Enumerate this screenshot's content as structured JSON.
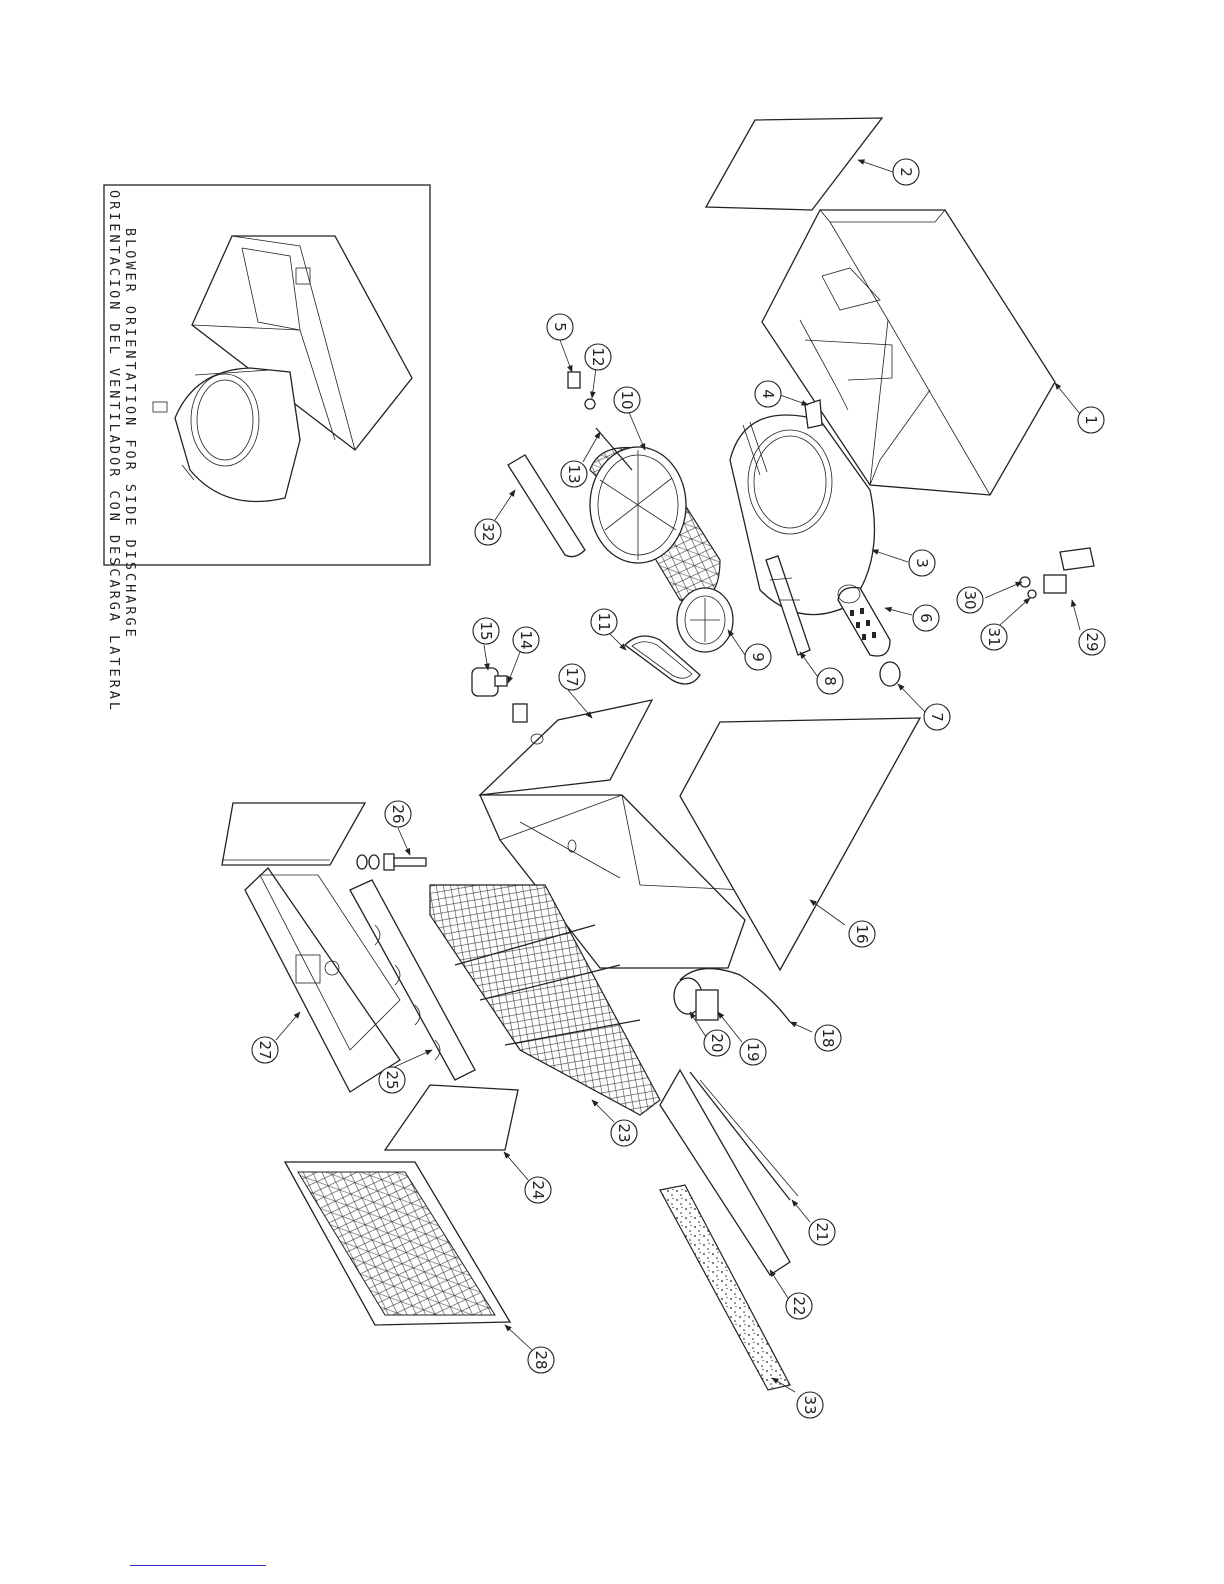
{
  "inset": {
    "line1": "BLOWER ORIENTATION FOR SIDE DISCHARGE",
    "line2": "ORIENTACION DEL VENTILADOR CON DESCARGA LATERAL"
  },
  "callouts": [
    {
      "id": "c1",
      "label": "1"
    },
    {
      "id": "c2",
      "label": "2"
    },
    {
      "id": "c3",
      "label": "3"
    },
    {
      "id": "c4",
      "label": "4"
    },
    {
      "id": "c5",
      "label": "5"
    },
    {
      "id": "c6",
      "label": "6"
    },
    {
      "id": "c7",
      "label": "7"
    },
    {
      "id": "c8",
      "label": "8"
    },
    {
      "id": "c9",
      "label": "9"
    },
    {
      "id": "c10",
      "label": "10"
    },
    {
      "id": "c11",
      "label": "11"
    },
    {
      "id": "c12",
      "label": "12"
    },
    {
      "id": "c13",
      "label": "13"
    },
    {
      "id": "c14",
      "label": "14"
    },
    {
      "id": "c15",
      "label": "15"
    },
    {
      "id": "c16",
      "label": "16"
    },
    {
      "id": "c17",
      "label": "17"
    },
    {
      "id": "c18",
      "label": "18"
    },
    {
      "id": "c19",
      "label": "19"
    },
    {
      "id": "c20",
      "label": "20"
    },
    {
      "id": "c21",
      "label": "21"
    },
    {
      "id": "c22",
      "label": "22"
    },
    {
      "id": "c23",
      "label": "23"
    },
    {
      "id": "c24",
      "label": "24"
    },
    {
      "id": "c25",
      "label": "25"
    },
    {
      "id": "c26",
      "label": "26"
    },
    {
      "id": "c27",
      "label": "27"
    },
    {
      "id": "c28",
      "label": "28"
    },
    {
      "id": "c29",
      "label": "29"
    },
    {
      "id": "c30",
      "label": "30"
    },
    {
      "id": "c31",
      "label": "31"
    },
    {
      "id": "c32",
      "label": "32"
    },
    {
      "id": "c33",
      "label": "33"
    }
  ]
}
